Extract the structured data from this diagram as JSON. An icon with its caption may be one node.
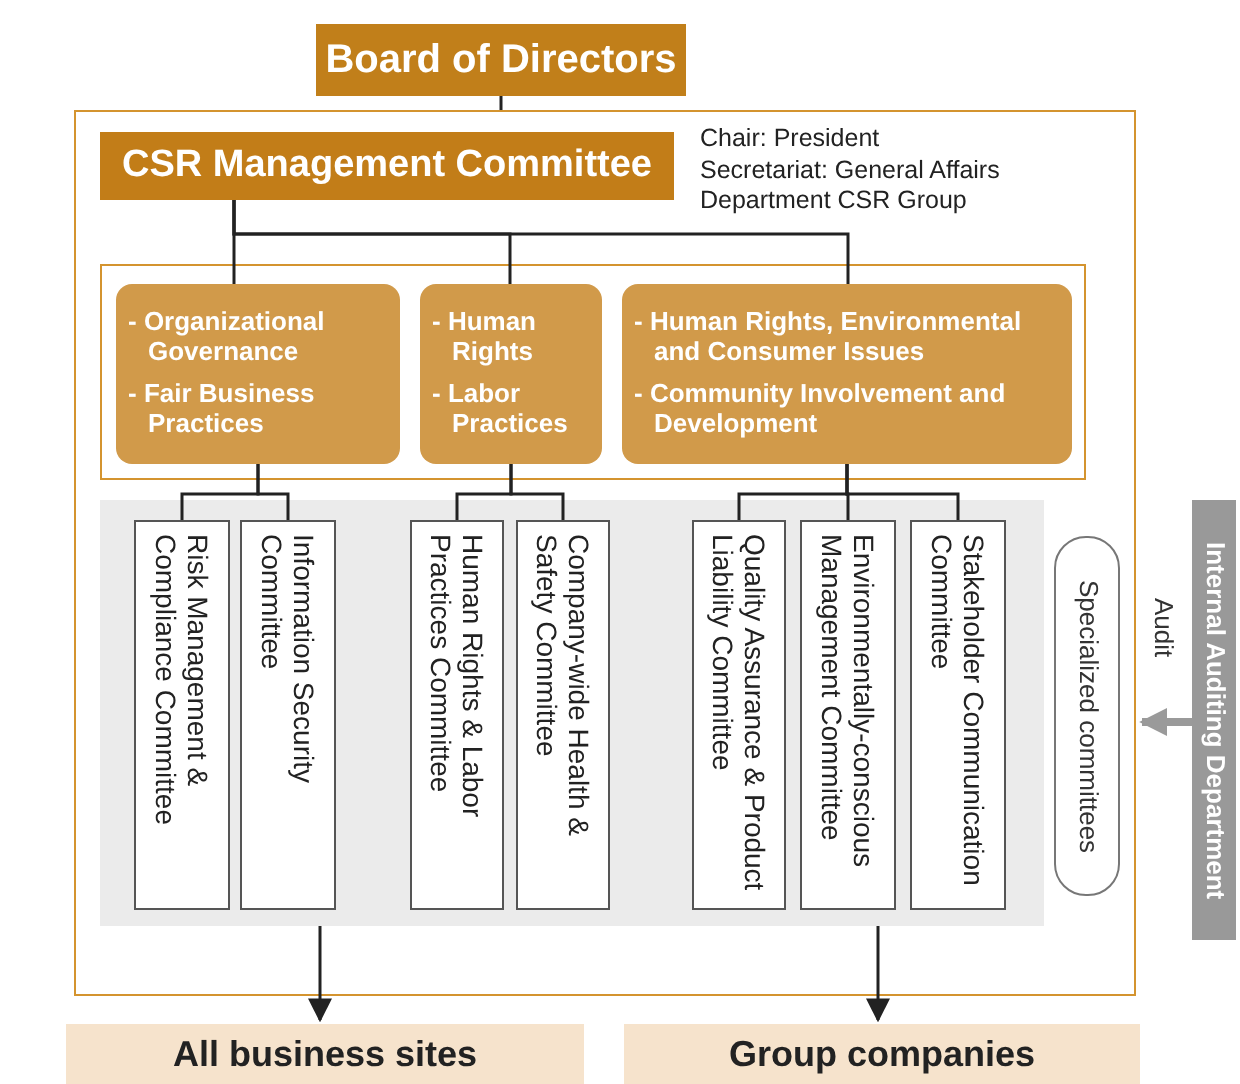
{
  "diagram": {
    "nodes": [
      {
        "text": [
          "Board of Directors"
        ]
      },
      {
        "text": [],
        "shape": "box"
      },
      {
        "text": [
          "CSR Management Committee"
        ],
        "in": 1,
        "beside": [
          "Chair: President",
          "Secretariat: General Affairs Department CSR Group"
        ]
      },
      {
        "text": [],
        "shape": "box",
        "in": 1
      },
      {
        "text": [
          "- Organizational Governance",
          "- Fair Business Practices"
        ],
        "in": 3
      },
      {
        "text": [
          "- Human Rights",
          "- Labor Practices"
        ],
        "in": 3
      },
      {
        "text": [
          "- Human Rights, Environmental and Consumer Issues",
          "- Community Involvement and Development"
        ],
        "in": 3
      },
      {
        "text": [],
        "shape": "box",
        "in": 1
      },
      {
        "text": [
          "Risk Management & Compliance Committee"
        ],
        "in": 7
      },
      {
        "text": [
          "Information Security Committee"
        ],
        "in": 7
      },
      {
        "text": [
          "Human Rights & Labor Practices Committee"
        ],
        "in": 7
      },
      {
        "text": [
          "Company-wide Health & Safety Committee"
        ],
        "in": 7
      },
      {
        "text": [
          "Quality Assurance & Product Liability Committee"
        ],
        "in": 7
      },
      {
        "text": [
          "Environmentally-conscious Management Committee"
        ],
        "in": 7
      },
      {
        "text": [
          "Stakeholder Communication Committee"
        ],
        "in": 7
      },
      {
        "text": [
          "Specialized committees"
        ],
        "in": 1
      },
      {
        "text": [
          "Internal Auditing Department"
        ]
      },
      {
        "text": [
          "All business sites"
        ]
      },
      {
        "text": [
          "Group companies"
        ]
      }
    ],
    "edges": [
      {
        "from": 0,
        "to": 1,
        "arrow": "none"
      },
      {
        "from": 2,
        "to": 4,
        "arrow": "none"
      },
      {
        "from": 2,
        "to": 5,
        "arrow": "none"
      },
      {
        "from": 2,
        "to": 6,
        "arrow": "none"
      },
      {
        "from": 4,
        "to": 8,
        "arrow": "none"
      },
      {
        "from": 4,
        "to": 9,
        "arrow": "none"
      },
      {
        "from": 5,
        "to": 10,
        "arrow": "none"
      },
      {
        "from": 5,
        "to": 11,
        "arrow": "none"
      },
      {
        "from": 6,
        "to": 12,
        "arrow": "none"
      },
      {
        "from": 6,
        "to": 13,
        "arrow": "none"
      },
      {
        "from": 6,
        "to": 14,
        "arrow": "none"
      },
      {
        "from": 16,
        "to": 1,
        "arrow": "to",
        "label": "Audit",
        "style": "thick",
        "color": "#9a9a9a"
      },
      {
        "from": 7,
        "to": 17,
        "arrow": "to"
      },
      {
        "from": 7,
        "to": 18,
        "arrow": "to"
      }
    ]
  }
}
